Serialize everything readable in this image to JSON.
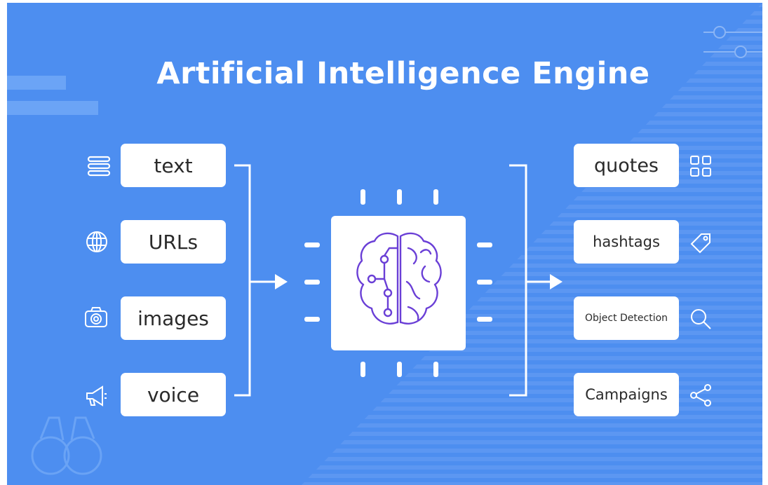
{
  "title": "Artificial Intelligence Engine",
  "inputs": [
    {
      "label": "text",
      "icon": "list-icon"
    },
    {
      "label": "URLs",
      "icon": "globe-icon"
    },
    {
      "label": "images",
      "icon": "camera-icon"
    },
    {
      "label": "voice",
      "icon": "megaphone-icon"
    }
  ],
  "center": {
    "icon": "brain-circuit-icon"
  },
  "outputs": [
    {
      "label": "quotes",
      "icon": "grid-icon"
    },
    {
      "label": "hashtags",
      "icon": "tag-icon"
    },
    {
      "label": "Object Detection",
      "icon": "search-icon"
    },
    {
      "label": "Campaigns",
      "icon": "share-icon"
    }
  ],
  "colors": {
    "background": "#4d8ef0",
    "stripe": "#6aa0f3",
    "white": "#ffffff",
    "brain": "#6a3fd6"
  }
}
